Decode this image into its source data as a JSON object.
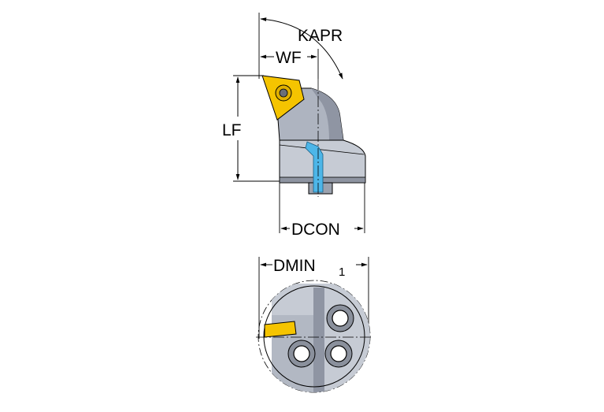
{
  "dimensions": {
    "kapr": "KAPR",
    "wf": "WF",
    "lf": "LF",
    "dcon": "DCON",
    "dmin": "DMIN",
    "dmin_subscript": "1"
  },
  "colors": {
    "insert": "#F5C400",
    "body_light": "#C6CBD4",
    "body_mid": "#A9AFBB",
    "body_dark": "#7C8290",
    "coolant": "#4DB6E8",
    "outline": "#000000"
  },
  "icons": {
    "torx_screw": "torx-screw-icon",
    "coolant_port": "coolant-port-icon"
  }
}
